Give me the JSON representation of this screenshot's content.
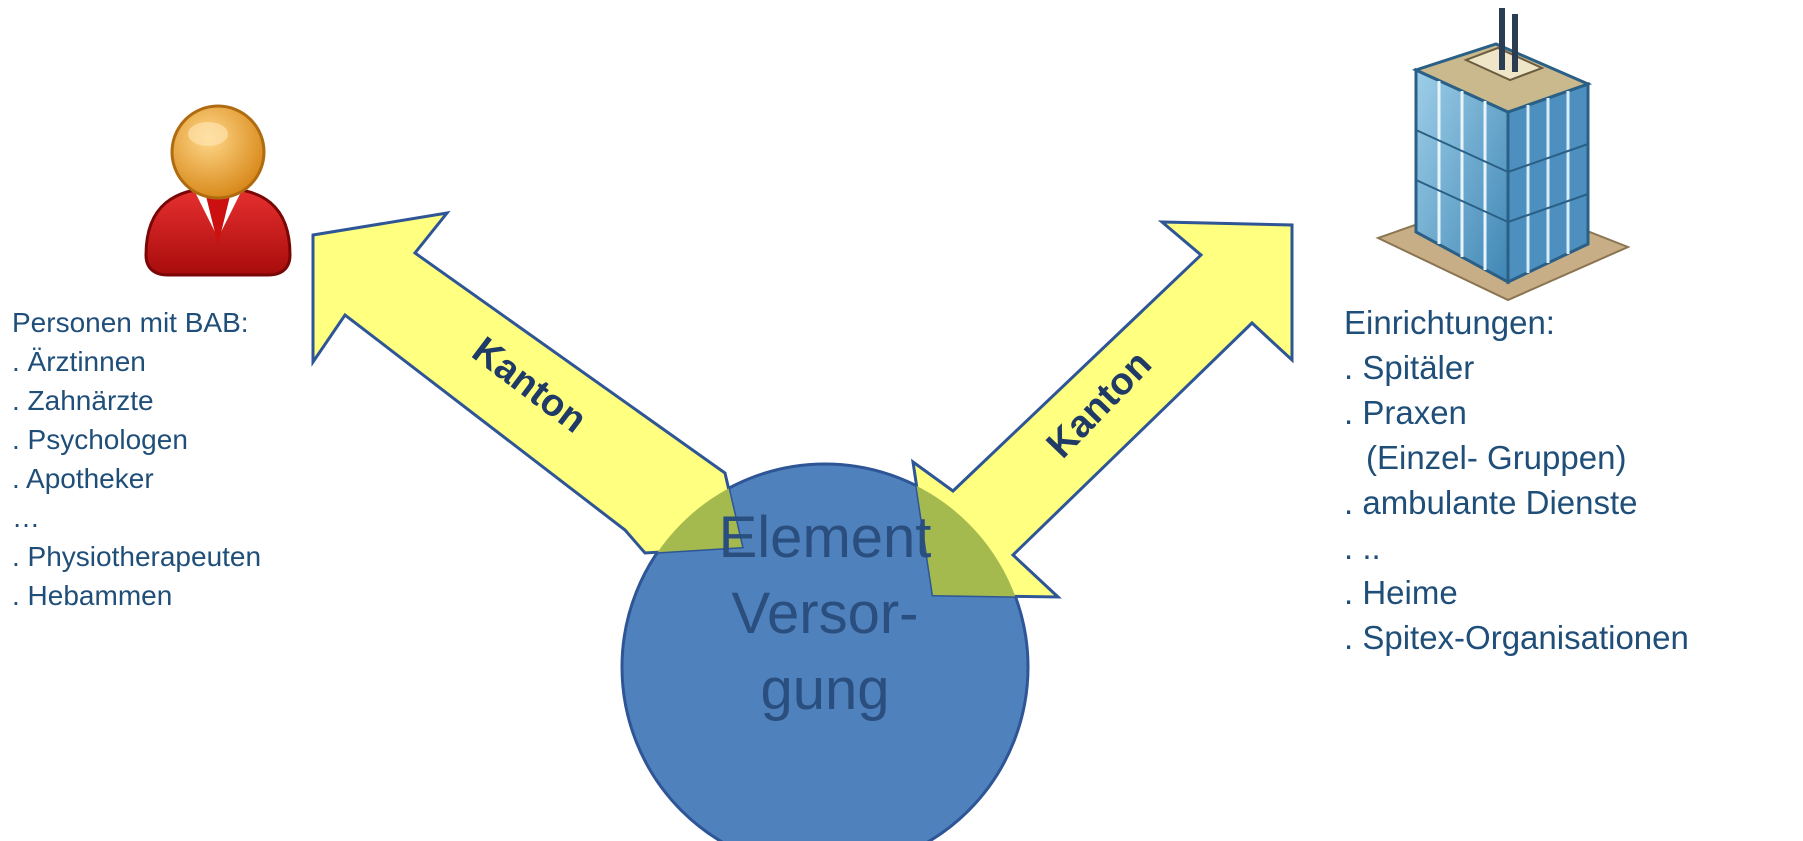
{
  "colors": {
    "text": "#1f4e79",
    "arrow_fill": "#ffff80",
    "arrow_stroke": "#2e5596",
    "circle_fill": "#4f81bd",
    "circle_text": "#2a4e7e",
    "overlap_fill": "#a4b94e",
    "person_head": "#e8a33a",
    "person_body": "#cc1010"
  },
  "icons": {
    "person": "person-icon",
    "building": "office-building-icon"
  },
  "center": {
    "line1": "Element",
    "line2": "Versor-",
    "line3": "gung"
  },
  "arrows": {
    "left_label": "Kanton",
    "right_label": "Kanton"
  },
  "left_list": {
    "title": "Personen mit BAB:",
    "items": [
      ". Ärztinnen",
      ". Zahnärzte",
      ". Psychologen",
      ". Apotheker",
      "…",
      ". Physiotherapeuten",
      ". Hebammen"
    ]
  },
  "right_list": {
    "title": "Einrichtungen:",
    "items": [
      ". Spitäler",
      ". Praxen",
      "(Einzel- Gruppen)",
      ". ambulante Dienste",
      ". ..",
      ". Heime",
      ". Spitex-Organisationen"
    ]
  }
}
